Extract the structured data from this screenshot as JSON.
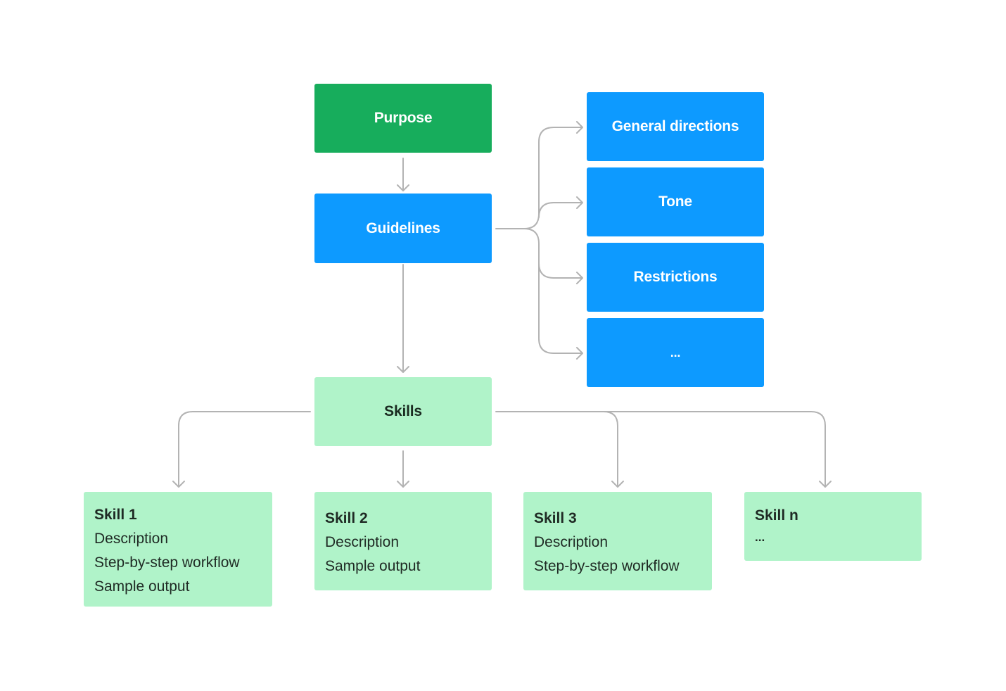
{
  "nodes": {
    "purpose": "Purpose",
    "guidelines": "Guidelines",
    "skills": "Skills"
  },
  "guideline_items": [
    "General directions",
    "Tone",
    "Restrictions",
    "..."
  ],
  "skill_cards": [
    {
      "title": "Skill 1",
      "lines": [
        "Description",
        "Step-by-step workflow",
        "Sample output"
      ]
    },
    {
      "title": "Skill 2",
      "lines": [
        "Description",
        "Sample output"
      ]
    },
    {
      "title": "Skill 3",
      "lines": [
        "Description",
        "Step-by-step workflow"
      ]
    },
    {
      "title": "Skill n",
      "lines": [
        "..."
      ]
    }
  ],
  "colors": {
    "purpose": "#17ad5c",
    "guidelines": "#0d9aff",
    "skills": "#b0f3c9",
    "connector": "#b3b3b3"
  }
}
